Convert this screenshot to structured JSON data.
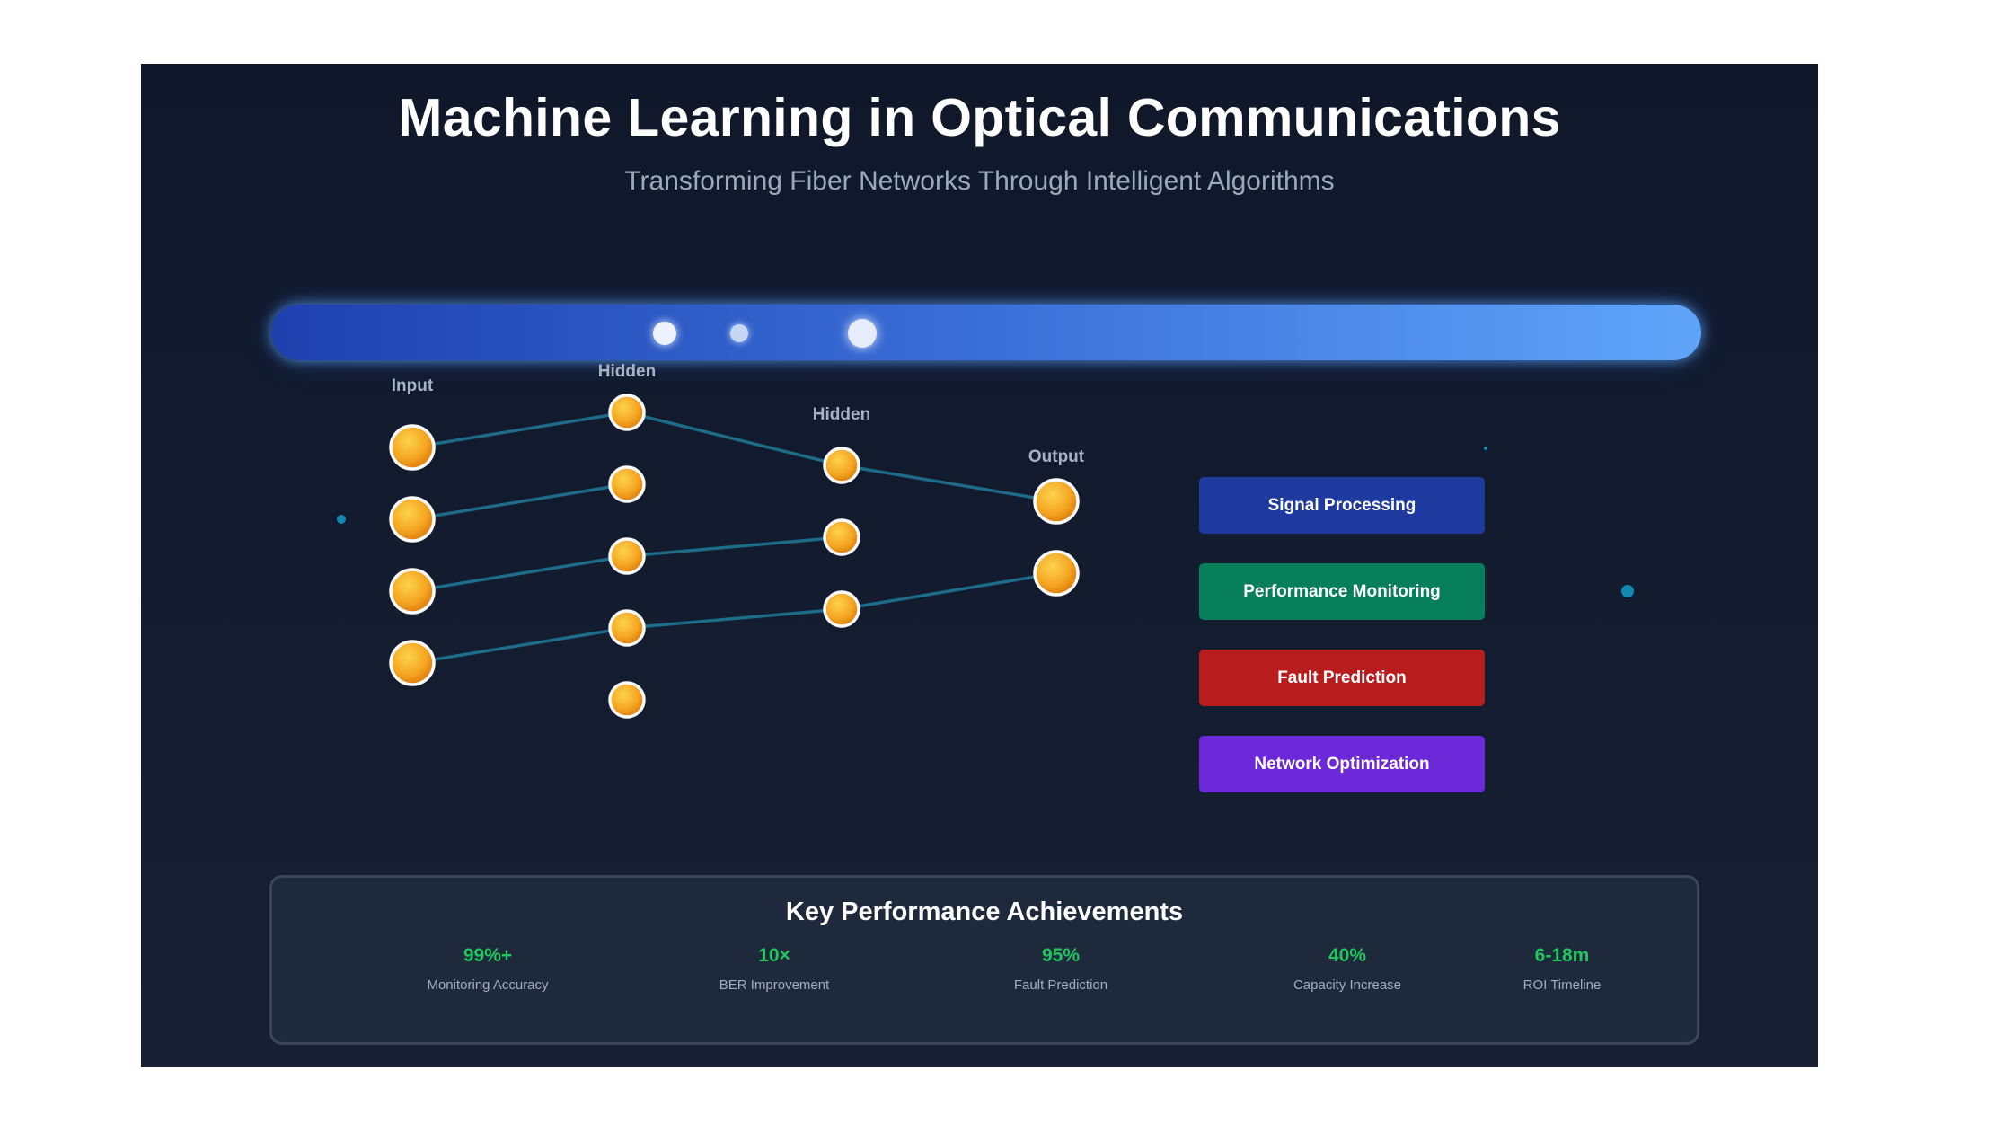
{
  "header": {
    "title": "Machine Learning in Optical Communications",
    "subtitle": "Transforming Fiber Networks Through Intelligent Algorithms"
  },
  "network": {
    "layers": [
      {
        "label": "Input",
        "nodes": 4
      },
      {
        "label": "Hidden",
        "nodes": 5
      },
      {
        "label": "Hidden",
        "nodes": 3
      },
      {
        "label": "Output",
        "nodes": 2
      }
    ],
    "connections": [
      [
        [
          0,
          0
        ],
        [
          1,
          0
        ]
      ],
      [
        [
          0,
          1
        ],
        [
          1,
          1
        ]
      ],
      [
        [
          0,
          2
        ],
        [
          1,
          2
        ]
      ],
      [
        [
          0,
          3
        ],
        [
          1,
          3
        ]
      ],
      [
        [
          1,
          0
        ],
        [
          2,
          0
        ]
      ],
      [
        [
          1,
          2
        ],
        [
          2,
          1
        ]
      ],
      [
        [
          1,
          3
        ],
        [
          2,
          2
        ]
      ],
      [
        [
          2,
          0
        ],
        [
          3,
          0
        ]
      ],
      [
        [
          2,
          2
        ],
        [
          3,
          1
        ]
      ]
    ]
  },
  "applications": [
    {
      "label": "Signal Processing",
      "color": "#1e3a9e"
    },
    {
      "label": "Performance Monitoring",
      "color": "#087f5b"
    },
    {
      "label": "Fault Prediction",
      "color": "#b91c1c"
    },
    {
      "label": "Network Optimization",
      "color": "#6d28d9"
    }
  ],
  "achievements": {
    "title": "Key Performance Achievements",
    "items": [
      {
        "value": "99%+",
        "label": "Monitoring Accuracy"
      },
      {
        "value": "10×",
        "label": "BER Improvement"
      },
      {
        "value": "95%",
        "label": "Fault Prediction"
      },
      {
        "value": "40%",
        "label": "Capacity Increase"
      },
      {
        "value": "6-18m",
        "label": "ROI Timeline"
      }
    ]
  },
  "colors": {
    "node": "#f5a623",
    "connection": "#1f7a9a",
    "metric_value": "#22c55e"
  }
}
